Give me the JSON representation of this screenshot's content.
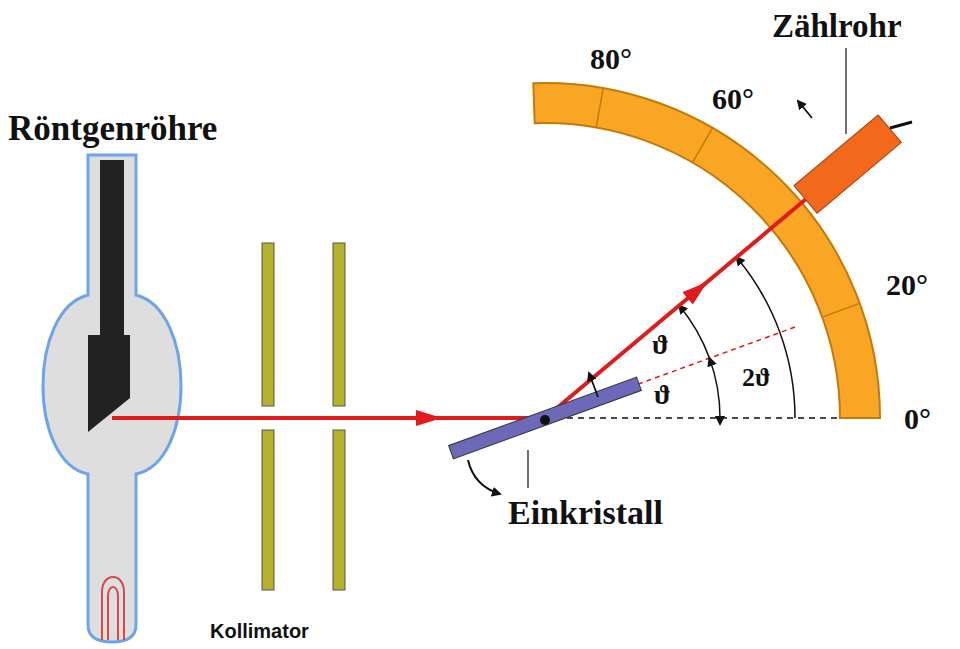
{
  "diagram": {
    "labels": [
      "Zählrohr",
      "80°",
      "Röntgenröhre",
      "60°",
      "20°",
      "ϑ",
      "2ϑ",
      "ϑ",
      "0°",
      "Einkristall",
      "Kollimator"
    ]
  }
}
